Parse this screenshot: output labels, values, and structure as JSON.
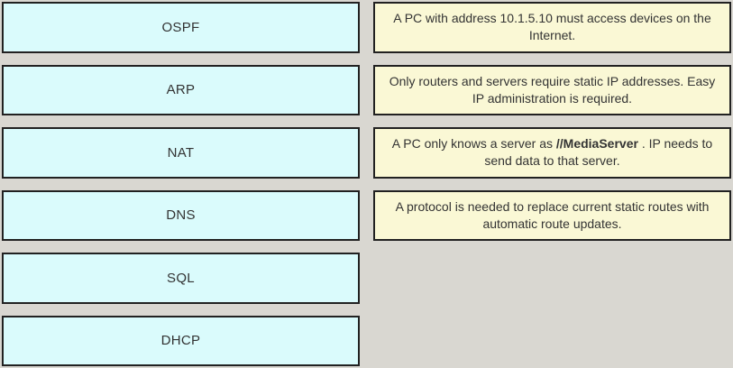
{
  "palette": {
    "page_bg": "#d9d7d1",
    "left_box_bg": "#dafbfc",
    "right_box_bg": "#faf8d5",
    "box_border": "#212121",
    "text_color": "#333333"
  },
  "left_column": {
    "items": [
      {
        "label": "OSPF"
      },
      {
        "label": "ARP"
      },
      {
        "label": "NAT"
      },
      {
        "label": "DNS"
      },
      {
        "label": "SQL"
      },
      {
        "label": "DHCP"
      }
    ]
  },
  "right_column": {
    "items": [
      {
        "text1": "A PC with address 10.1.5.10 must access devices on the Internet.",
        "bold": "",
        "text2": ""
      },
      {
        "text1": "Only routers and servers require static IP addresses. Easy IP administration is required.",
        "bold": "",
        "text2": ""
      },
      {
        "text1": "A PC only knows a server as ",
        "bold": "//MediaServer",
        "text2": " . IP needs to send data to that server."
      },
      {
        "text1": "A protocol is needed to replace current static routes with automatic route updates.",
        "bold": "",
        "text2": ""
      }
    ]
  }
}
